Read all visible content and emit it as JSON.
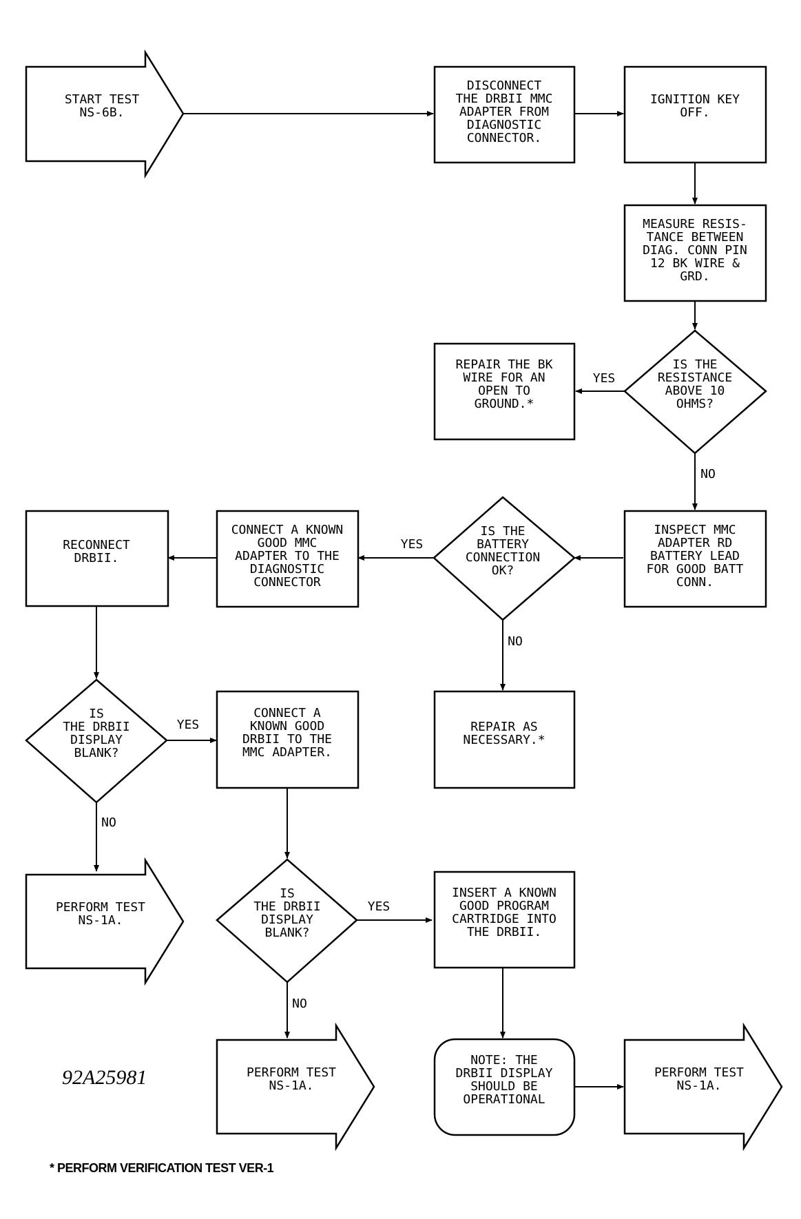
{
  "nodes": {
    "start_test": [
      "START TEST",
      "NS-6B."
    ],
    "disconnect_adapter": [
      "DISCONNECT",
      "THE DRBII MMC",
      "ADAPTER FROM",
      "DIAGNOSTIC",
      "CONNECTOR."
    ],
    "ignition_off": [
      "IGNITION KEY",
      "OFF."
    ],
    "measure_resistance": [
      "MEASURE RESIS-",
      "TANCE BETWEEN",
      "DIAG. CONN PIN",
      "12 BK WIRE &",
      "GRD."
    ],
    "resistance_decision": [
      "IS THE",
      "RESISTANCE",
      "ABOVE 10",
      "OHMS?"
    ],
    "repair_bk_wire": [
      "REPAIR THE BK",
      "WIRE FOR AN",
      "OPEN TO",
      "GROUND.*"
    ],
    "inspect_adapter": [
      "INSPECT MMC",
      "ADAPTER RD",
      "BATTERY LEAD",
      "FOR GOOD BATT",
      "CONN."
    ],
    "battery_decision": [
      "IS THE",
      "BATTERY",
      "CONNECTION",
      "OK?"
    ],
    "connect_good_adapter": [
      "CONNECT A KNOWN",
      "GOOD MMC",
      "ADAPTER TO THE",
      "DIAGNOSTIC",
      "CONNECTOR"
    ],
    "reconnect_drbii": [
      "RECONNECT",
      "DRBII."
    ],
    "repair_as_necessary": [
      "REPAIR AS",
      "NECESSARY.*"
    ],
    "display_decision_1": [
      "IS",
      "THE DRBII",
      "DISPLAY",
      "BLANK?"
    ],
    "connect_good_drbii": [
      "CONNECT A",
      "KNOWN GOOD",
      "DRBII TO THE",
      "MMC ADAPTER."
    ],
    "perform_ns1a_1": [
      "PERFORM TEST",
      "NS-1A."
    ],
    "display_decision_2": [
      "IS",
      "THE DRBII",
      "DISPLAY",
      "BLANK?"
    ],
    "insert_cartridge": [
      "INSERT A KNOWN",
      "GOOD PROGRAM",
      "CARTRIDGE INTO",
      "THE DRBII."
    ],
    "perform_ns1a_2": [
      "PERFORM TEST",
      "NS-1A."
    ],
    "note_operational": [
      "NOTE: THE",
      "DRBII DISPLAY",
      "SHOULD BE",
      "OPERATIONAL"
    ],
    "perform_ns1a_3": [
      "PERFORM TEST",
      "NS-1A."
    ]
  },
  "edge_labels": {
    "resistance_yes": "YES",
    "resistance_no": "NO",
    "battery_yes": "YES",
    "battery_no": "NO",
    "display1_yes": "YES",
    "display1_no": "NO",
    "display2_yes": "YES",
    "display2_no": "NO"
  },
  "figure_id": "92A25981",
  "footnote": "* PERFORM VERIFICATION TEST VER-1"
}
